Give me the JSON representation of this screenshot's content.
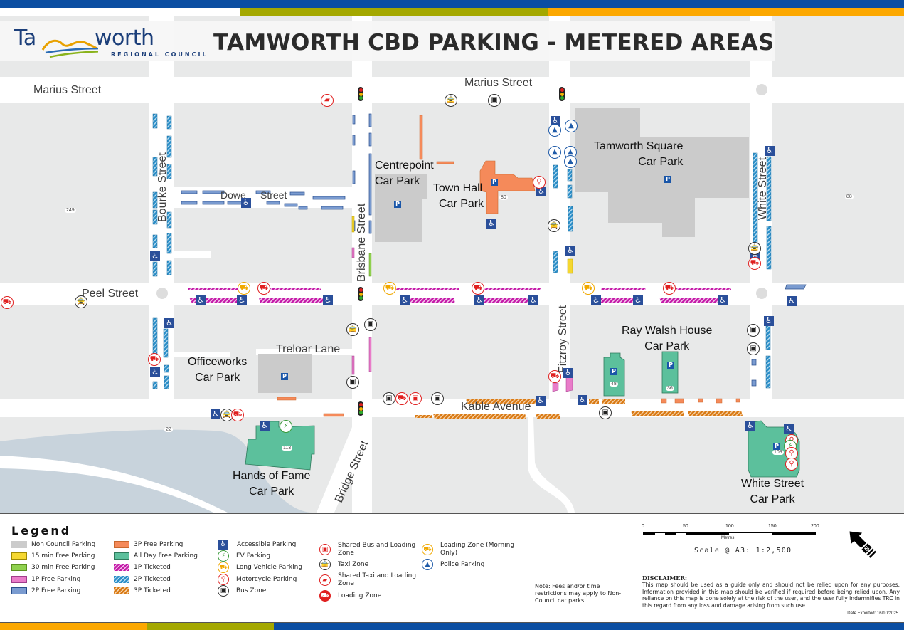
{
  "header": {
    "logo_word_left": "Ta",
    "logo_word_right": "worth",
    "logo_subtitle": "REGIONAL COUNCIL",
    "title": "TAMWORTH CBD PARKING - METERED AREAS"
  },
  "colors": {
    "blue_brand": "#0b4ea2",
    "olive_brand": "#a4a800",
    "orange_brand": "#fca800",
    "non_council": "#cbcbcb",
    "free_15min": "#f5d730",
    "free_30min": "#8fd14f",
    "free_1p": "#e97cc9",
    "free_2p": "#7a9bd0",
    "free_3p": "#f58a5a",
    "all_day_free": "#5cc09c",
    "ticketed_1p": "#c41aa8",
    "ticketed_2p": "#2a8ec8",
    "ticketed_3p": "#d97a14"
  },
  "map": {
    "streets": {
      "marius_left": "Marius Street",
      "marius_right": "Marius Street",
      "peel": "Peel Street",
      "dowe_1": "Dowe",
      "dowe_2": "Street",
      "bourke": "Bourke Street",
      "brisbane": "Brisbane Street",
      "fitzroy": "Fitzroy Street",
      "white": "White Street",
      "treloar": "Treloar Lane",
      "kable": "Kable Avenue",
      "bridge": "Bridge Street"
    },
    "car_parks": {
      "centrepoint_1": "Centrepoint",
      "centrepoint_2": "Car Park",
      "townhall_1": "Town Hall",
      "townhall_2": "Car Park",
      "tamsquare_1": "Tamworth Square",
      "tamsquare_2": "Car Park",
      "officeworks_1": "Officeworks",
      "officeworks_2": "Car Park",
      "raywalsh_1": "Ray Walsh House",
      "raywalsh_2": "Car Park",
      "handsoffame_1": "Hands of Fame",
      "handsoffame_2": "Car Park",
      "whitestreet_1": "White Street",
      "whitestreet_2": "Car Park"
    },
    "parking_symbol": "P",
    "numbers": {
      "n249": "249",
      "n80": "80",
      "n88": "88",
      "n22": "22",
      "n113": "113",
      "n48": "48",
      "n36": "36",
      "n109": "109"
    },
    "icons": {
      "bus": "▣",
      "taxi": "🚖",
      "load": "⛟",
      "accessible": "♿",
      "police": "▲",
      "moto": "⚲",
      "ev": "⚡",
      "shared_taxi": "▰"
    }
  },
  "legend": {
    "title": "Legend",
    "swatches_col1": [
      {
        "label": "Non Council Parking"
      },
      {
        "label": "15 min Free Parking"
      },
      {
        "label": "30 min Free Parking"
      },
      {
        "label": "1P Free Parking"
      },
      {
        "label": "2P Free Parking"
      }
    ],
    "swatches_col2": [
      {
        "label": "3P Free Parking"
      },
      {
        "label": "All Day Free Parking"
      },
      {
        "label": "1P Ticketed"
      },
      {
        "label": "2P Ticketed"
      },
      {
        "label": "3P Ticketed"
      }
    ],
    "icons_col3": [
      {
        "label": "Accessible Parking",
        "icon": "accessible-icon"
      },
      {
        "label": "EV Parking",
        "icon": "ev-charger-icon"
      },
      {
        "label": "Long Vehicle Parking",
        "icon": "long-vehicle-icon"
      },
      {
        "label": "Motorcycle Parking",
        "icon": "motorcycle-icon"
      },
      {
        "label": "Bus Zone",
        "icon": "bus-icon"
      }
    ],
    "icons_col4": [
      {
        "label": "Shared Bus and Loading Zone",
        "icon": "shared-bus-loading-icon"
      },
      {
        "label": "Taxi Zone",
        "icon": "taxi-icon"
      },
      {
        "label": "Shared Taxi and Loading Zone",
        "icon": "shared-taxi-loading-icon"
      },
      {
        "label": "Loading Zone",
        "icon": "loading-zone-icon"
      }
    ],
    "icons_col5": [
      {
        "label": "Loading Zone (Morning Only)",
        "icon": "morning-loading-icon"
      },
      {
        "label": "Police Parking",
        "icon": "police-icon"
      }
    ],
    "note": "Note: Fees and/or time restrictions may apply to Non-Council car parks."
  },
  "scale": {
    "ticks": [
      "0",
      "50",
      "100",
      "150",
      "200"
    ],
    "unit": "Metres",
    "text": "Scale @ A3: 1:2,500"
  },
  "north_arrow": {
    "label": "N"
  },
  "disclaimer": {
    "heading": "DISCLAIMER:",
    "body": "This map should be used as a guide only and should not be relied upon for any purposes. Information provided in this map should be verified if required before being relied upon. Any reliance on this map is done solely at the risk of the user, and the user fully indemnifies TRC in this regard from any loss and damage arising from such use.",
    "date_exported": "Date Exported: 16/10/2025"
  }
}
